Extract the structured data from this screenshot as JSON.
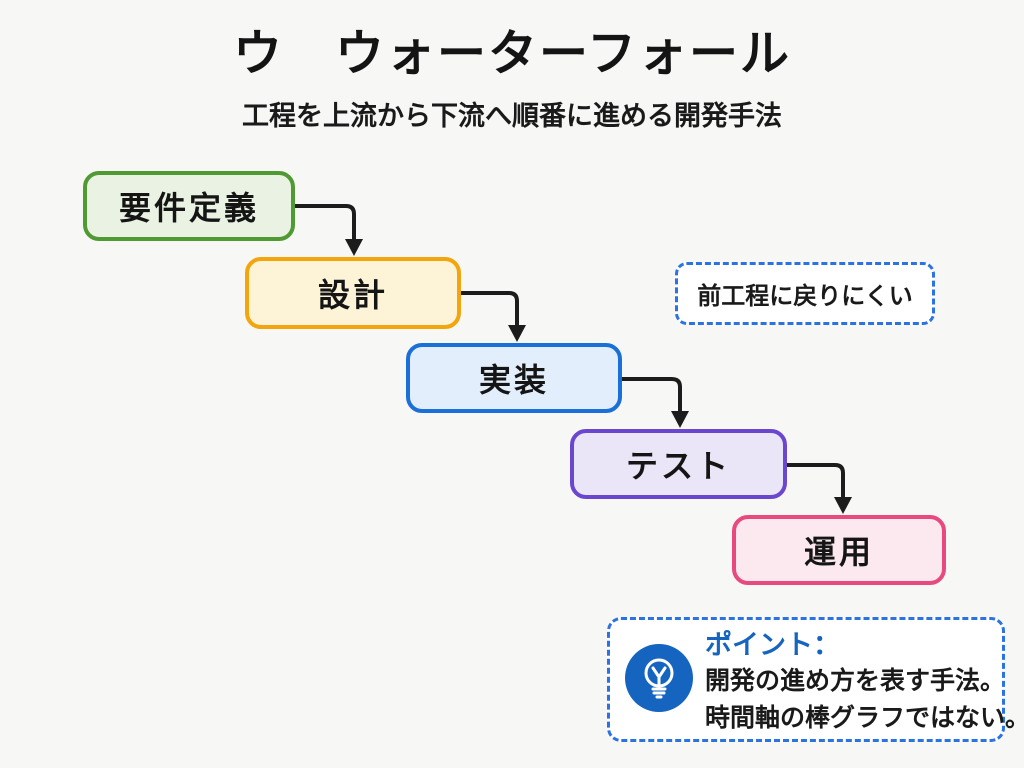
{
  "title": "ウ　ウォーターフォール",
  "subtitle": "工程を上流から下流へ順番に進める開発手法",
  "stages": [
    {
      "label": "要件定義",
      "fill": "#eaf3e3",
      "border": "#4f9a32"
    },
    {
      "label": "設計",
      "fill": "#fdf3d7",
      "border": "#f2a50c"
    },
    {
      "label": "実装",
      "fill": "#e2eefb",
      "border": "#1b6fd8"
    },
    {
      "label": "テスト",
      "fill": "#eae6f8",
      "border": "#6b46cf"
    },
    {
      "label": "運用",
      "fill": "#fce8ef",
      "border": "#e84a80"
    }
  ],
  "note": {
    "text": "前工程に戻りにくい",
    "border_color": "#2b72e3"
  },
  "point": {
    "heading": "ポイント：",
    "lines": [
      "開発の進め方を表す手法。",
      "時間軸の棒グラフではない。"
    ],
    "icon": "lightbulb-icon",
    "accent_color": "#1565c0",
    "border_color": "#2b72e3"
  },
  "arrow_color": "#1c1c1c",
  "background_color": "#f7f7f5"
}
